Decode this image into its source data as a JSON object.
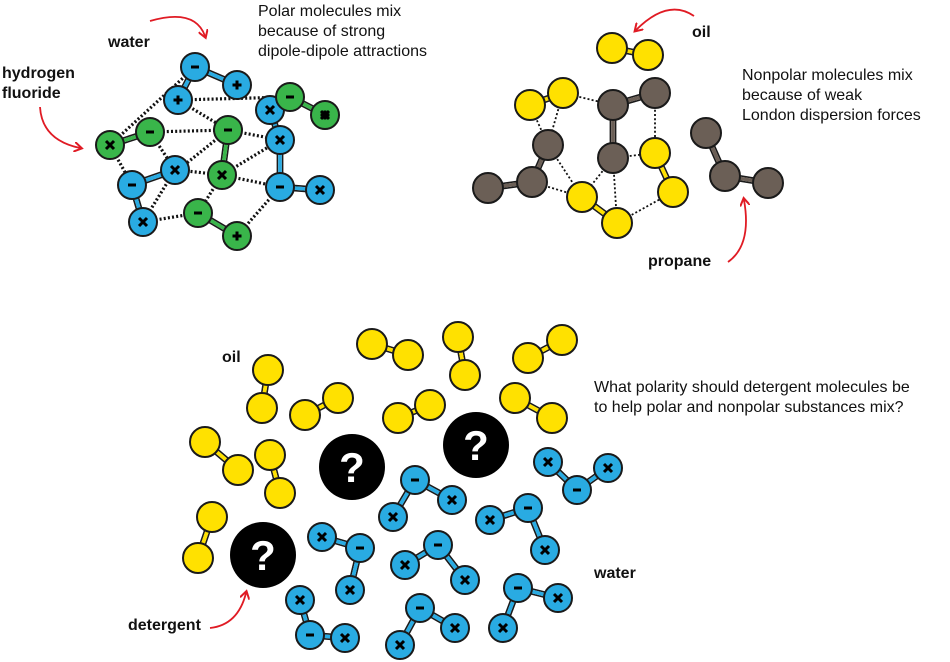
{
  "colors": {
    "water_blue": "#29abe2",
    "hf_green": "#39b54a",
    "oil_yellow": "#ffe100",
    "propane_gray": "#6b5f56",
    "detergent_black": "#000000",
    "arrow_red": "#e01b24",
    "line_dark": "#1a1a1a"
  },
  "panel_polar": {
    "label_water": "water",
    "label_hf": [
      "hydrogen",
      "fluoride"
    ],
    "description": [
      "Polar molecules mix",
      "because of strong",
      "dipole-dipole attractions"
    ]
  },
  "panel_nonpolar": {
    "label_oil": "oil",
    "label_propane": "propane",
    "description": [
      "Nonpolar molecules mix",
      "because of weak",
      "London dispersion forces"
    ]
  },
  "panel_question": {
    "label_oil": "oil",
    "label_water": "water",
    "label_detergent": "detergent",
    "question": [
      "What polarity should detergent molecules be",
      "to help polar and nonpolar substances mix?"
    ],
    "mystery_symbol": "?"
  },
  "charge_symbols": {
    "positive": "+",
    "negative": "−"
  },
  "icons": {
    "molecule_atom": "circle-atom-icon",
    "bond": "double-line-bond-icon",
    "attraction": "dotted-line-attraction-icon",
    "pointer": "curved-arrow-icon",
    "mystery": "question-mark-circle-icon"
  }
}
